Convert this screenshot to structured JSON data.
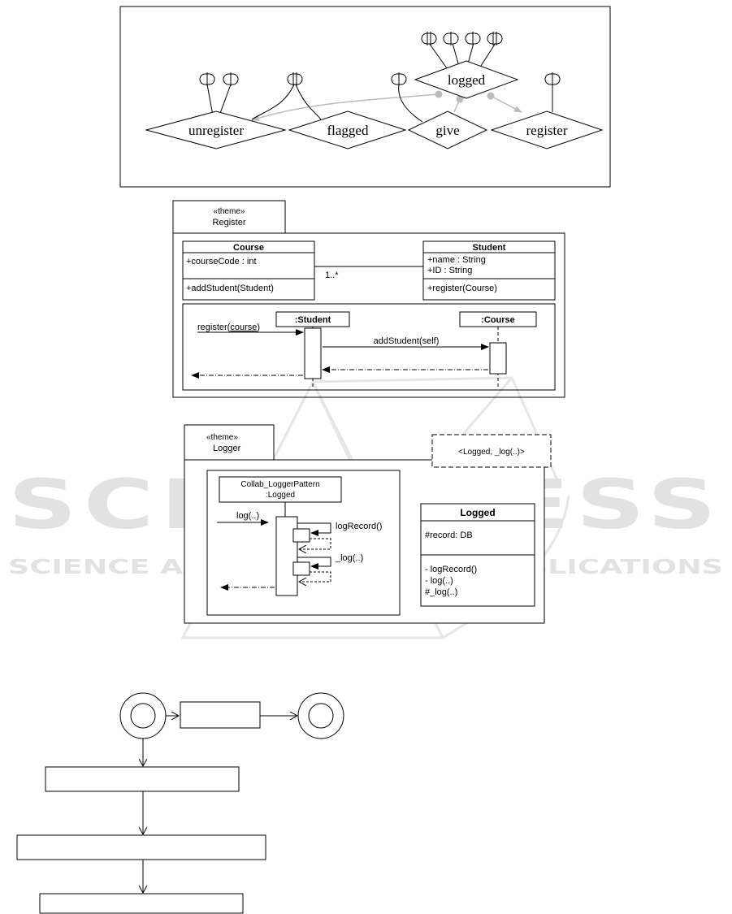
{
  "theme_diagram": {
    "nodes": {
      "unregister": "unregister",
      "flagged": "flagged",
      "give": "give",
      "logged": "logged",
      "register": "register"
    }
  },
  "register_theme": {
    "stereotype": "«theme»",
    "name": "Register",
    "course_class": {
      "name": "Course",
      "attribute": "+courseCode : int",
      "operation": "+addStudent(Student)"
    },
    "student_class": {
      "name": "Student",
      "attribute_1": "+name : String",
      "attribute_2": "+ID : String",
      "operation": "+register(Course)"
    },
    "multiplicity": "1..*",
    "sequence": {
      "student_lifeline": ":Student",
      "course_lifeline": ":Course",
      "register_message": "register(",
      "register_arg": "course",
      "register_close": ")",
      "add_student_message": "addStudent(self)"
    }
  },
  "logger_theme": {
    "stereotype": "«theme»",
    "name": "Logger",
    "template_params": "<Logged, _log(..)>",
    "collab_line_1": "Collab_LoggerPattern",
    "collab_line_2": ":Logged",
    "log_message": "log(..)",
    "log_record_message": "logRecord()",
    "underscore_log_message": "_log(..)",
    "logged_class": {
      "name": "Logged",
      "attribute": "#record: DB",
      "op_1": "- logRecord()",
      "op_2": "- log(..)",
      "op_3": "#_log(..)"
    }
  },
  "watermark": {
    "big": "SCITEPRESS",
    "small": "SCIENCE AND TECHNOLOGY PUBLICATIONS"
  }
}
